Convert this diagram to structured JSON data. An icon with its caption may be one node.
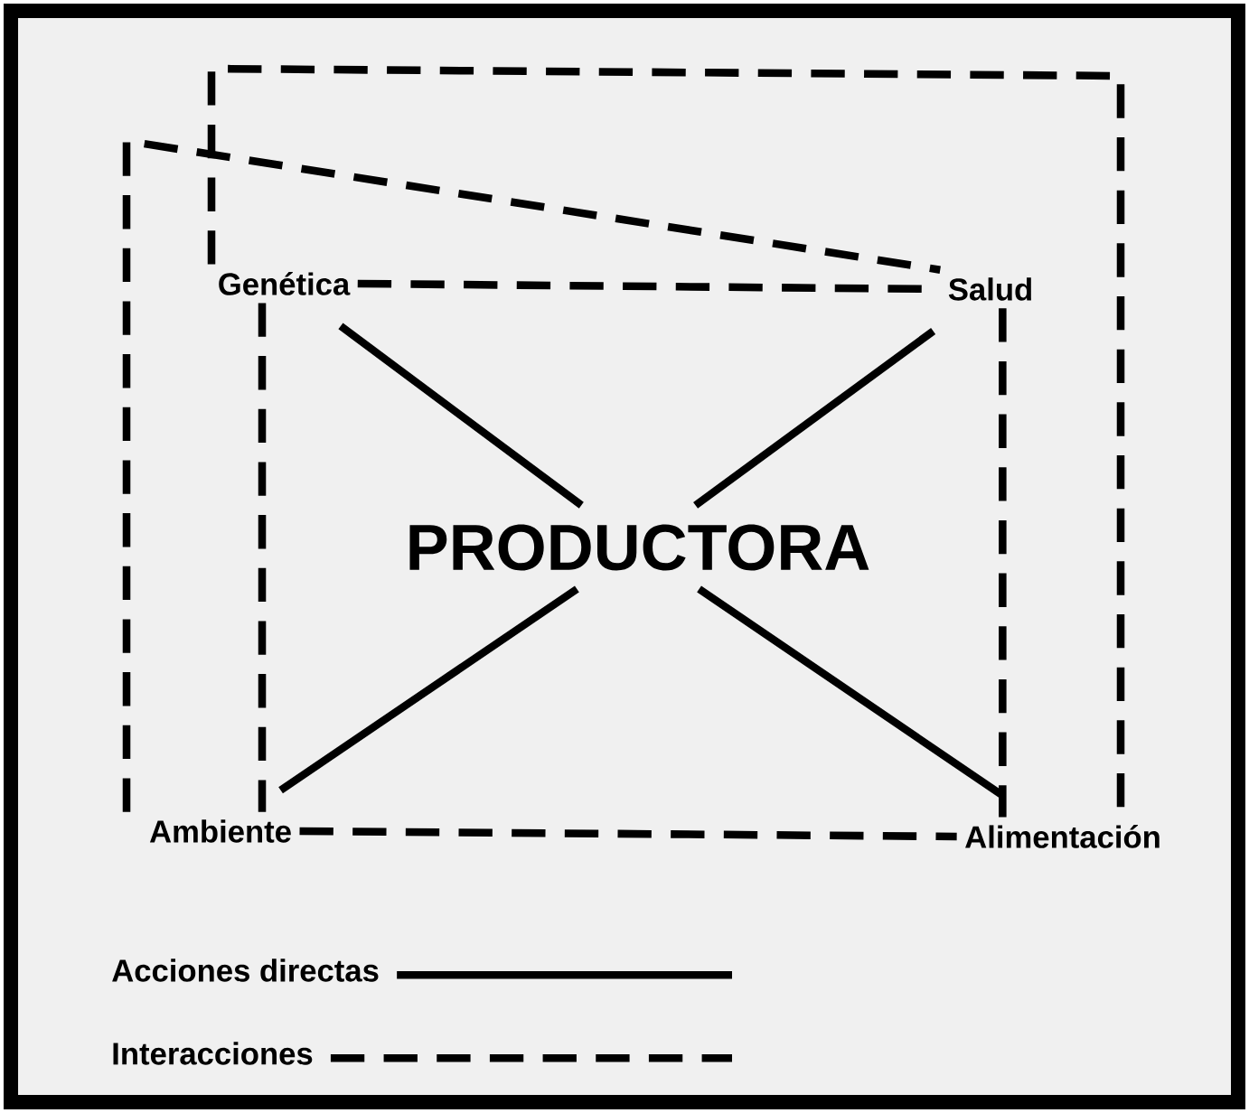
{
  "diagram": {
    "nodes": [
      {
        "text": [
          "PRODUCTORA"
        ]
      },
      {
        "text": [
          "Genética"
        ]
      },
      {
        "text": [
          "Salud"
        ]
      },
      {
        "text": [
          "Ambiente"
        ]
      },
      {
        "text": [
          "Alimentación"
        ]
      }
    ],
    "edges": [
      {
        "from": 0,
        "to": 1,
        "arrow": "none"
      },
      {
        "from": 0,
        "to": 2,
        "arrow": "none"
      },
      {
        "from": 0,
        "to": 3,
        "arrow": "none"
      },
      {
        "from": 0,
        "to": 4,
        "arrow": "none"
      },
      {
        "from": 1,
        "to": 2,
        "arrow": "none",
        "style": "dashed"
      },
      {
        "from": 1,
        "to": 3,
        "arrow": "none",
        "style": "dashed"
      },
      {
        "from": 2,
        "to": 4,
        "arrow": "none",
        "style": "dashed"
      },
      {
        "from": 3,
        "to": 4,
        "arrow": "none",
        "style": "dashed"
      },
      {
        "from": 3,
        "to": 2,
        "arrow": "none",
        "style": "dashed"
      },
      {
        "from": 1,
        "to": 4,
        "arrow": "none",
        "style": "dashed"
      }
    ],
    "legend": [
      {
        "text": "Acciones directas"
      },
      {
        "text": "Interacciones"
      }
    ]
  }
}
